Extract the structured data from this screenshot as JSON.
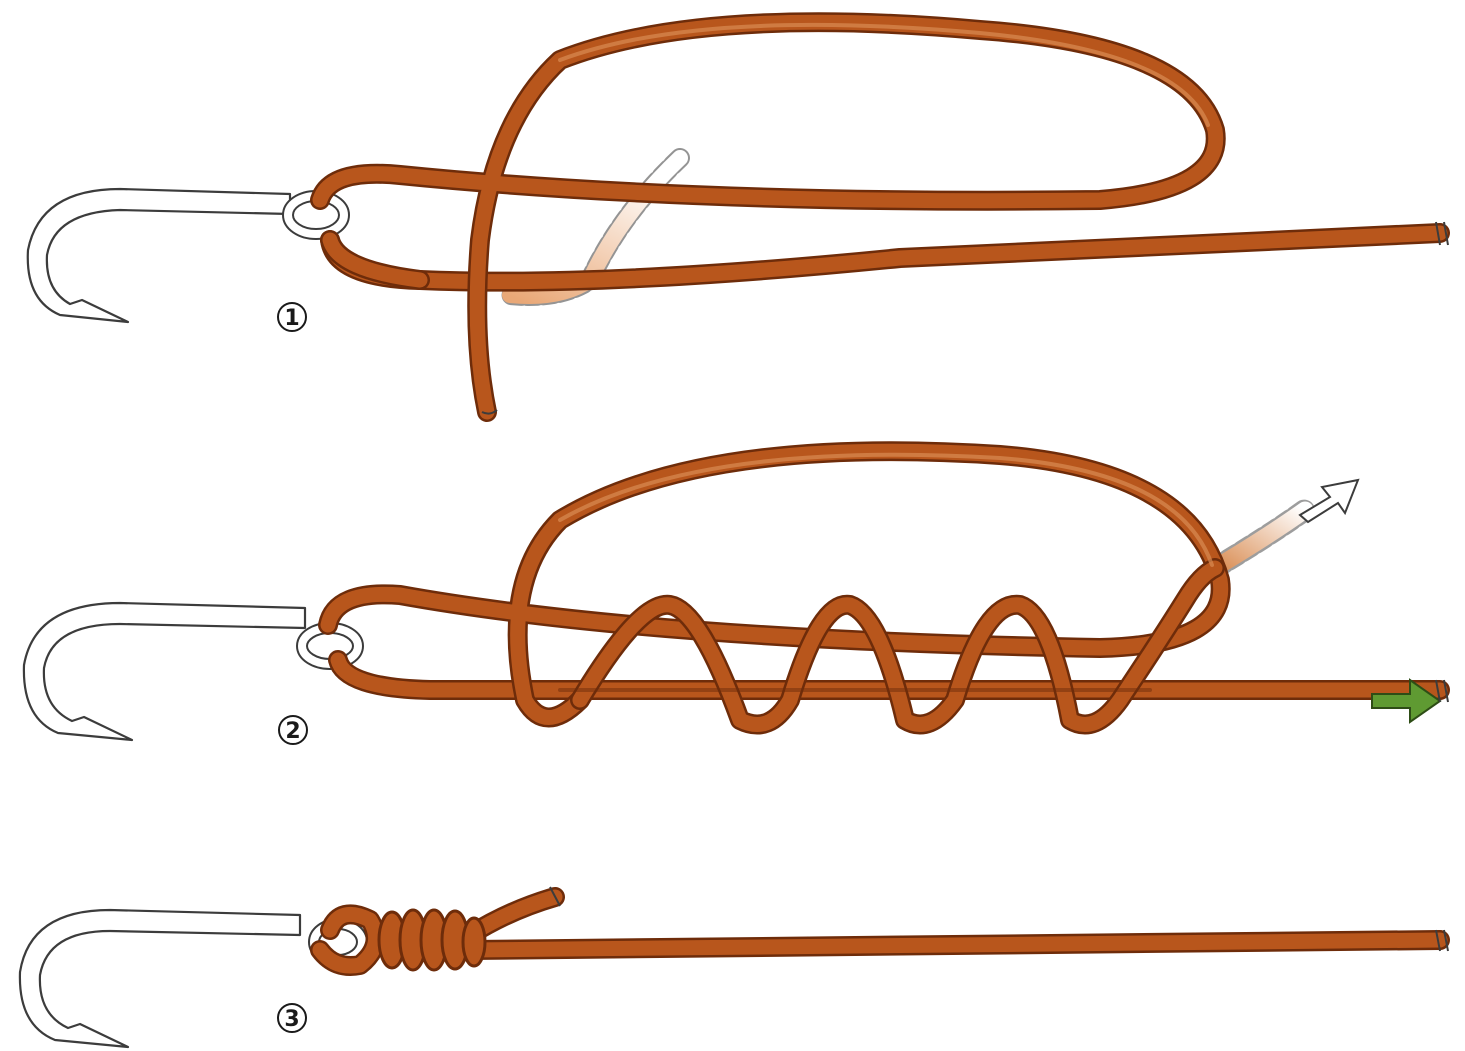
{
  "colors": {
    "line": "#b8561c",
    "line_dark": "#6e2c0a",
    "line_light": "#d98c52",
    "faded": "#f1c49b",
    "hook_fill": "#ffffff",
    "hook_stroke": "#3c3c3c",
    "arrow_green": "#5f9a32",
    "background": "#ffffff"
  },
  "steps": [
    {
      "number": "1"
    },
    {
      "number": "2"
    },
    {
      "number": "3"
    }
  ],
  "icons": {
    "hook": "fish-hook-icon",
    "pull_up": "arrow-up-right-outline-icon",
    "pull_right": "arrow-right-green-icon"
  }
}
